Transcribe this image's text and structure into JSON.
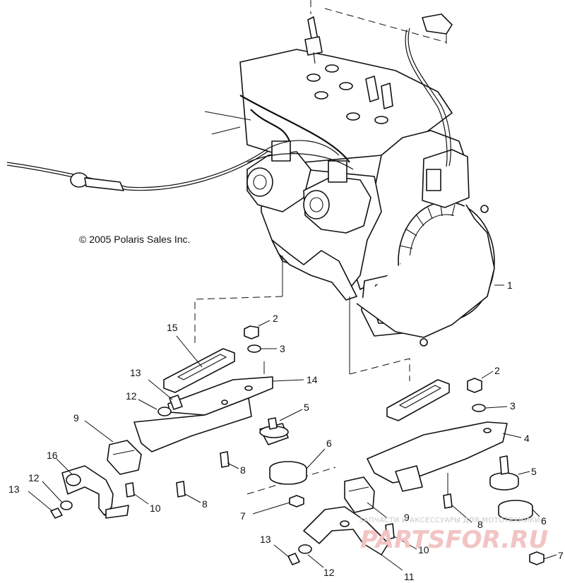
{
  "copyright": "© 2005 Polaris Sales Inc.",
  "watermark": {
    "caption": "ЗАПЧАСТИ И АКСЕССУАРЫ ДЛЯ МОТОТЕХНИКИ",
    "brand": "PARTSFOR.RU"
  },
  "callouts": {
    "c1": "1",
    "c2_left": "2",
    "c3_left": "3",
    "c15": "15",
    "c13_top": "13",
    "c14": "14",
    "c12_top": "12",
    "c5_left": "5",
    "c9_left": "9",
    "c6_left": "6",
    "c16": "16",
    "c8_left": "8",
    "c12_mid": "12",
    "c13_mid": "13",
    "c10_left": "10",
    "c8_mid": "8",
    "c7_left": "7",
    "c2_right": "2",
    "c3_right": "3",
    "c4": "4",
    "c5_right": "5",
    "c9_right": "9",
    "c8_right": "8",
    "c6_right": "6",
    "c13_bottom": "13",
    "c10_bottom": "10",
    "c7_right": "7",
    "c12_bottom": "12",
    "c11": "11"
  }
}
